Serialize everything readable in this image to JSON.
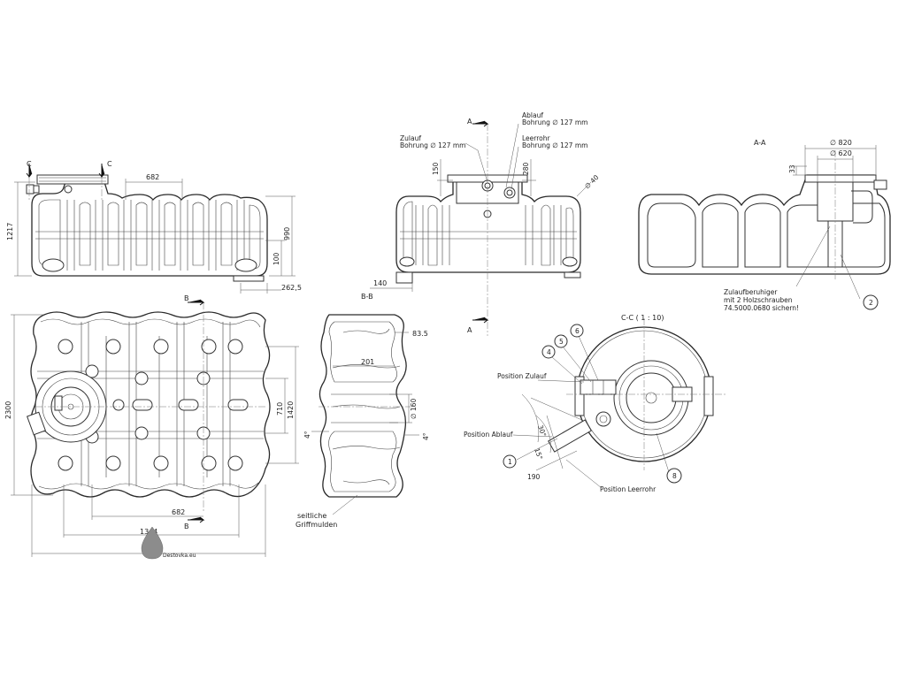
{
  "labels": {
    "dim_1217": "1217",
    "dim_682_top": "682",
    "dim_990": "990",
    "dim_100": "100",
    "dim_262_5": "262,5",
    "sec_c_left": "C",
    "sec_c_right": "C",
    "dim_2300": "2300",
    "dim_710": "710",
    "dim_1420": "1420",
    "dim_682_bottom": "682",
    "dim_1344": "1344",
    "sec_b_top": "B",
    "sec_b_bottom": "B",
    "sec_a_top": "A",
    "sec_a_bottom": "A",
    "dim_150": "150",
    "dim_280": "280",
    "dia_40": "∅ 40",
    "dim_140": "140",
    "bb_label": "B-B",
    "zulauf_1": "Zulauf",
    "zulauf_2": "Bohrung ∅ 127 mm",
    "ablauf_1": "Ablauf",
    "ablauf_2": "Bohrung ∅ 127 mm",
    "leerrohr_1": "Leerrohr",
    "leerrohr_2": "Bohrung ∅ 127 mm",
    "dim_83_5": "83.5",
    "dim_201": "201",
    "dia_160": "∅ 160",
    "angle_4_left": "4°",
    "angle_4_right": "4°",
    "griff_1": "seitliche",
    "griff_2": "Griffmulden",
    "aa_label": "A-A",
    "dia_820": "∅ 820",
    "dia_620": "∅ 620",
    "dim_33": "33",
    "zulaufberuhiger_1": "Zulaufberuhiger",
    "zulaufberuhiger_2": "mit 2 Holzschrauben",
    "zulaufberuhiger_3": "74.5000.0680 sichern!",
    "cc_label": "C-C ( 1 : 10)",
    "pos_zulauf": "Position Zulauf",
    "pos_ablauf": "Position Ablauf",
    "pos_leerrohr": "Position Leerrohr",
    "angle_30": "30°",
    "angle_15": "15°",
    "dim_190": "190",
    "balloon_1": "1",
    "balloon_2": "2",
    "balloon_4": "4",
    "balloon_5": "5",
    "balloon_6": "6",
    "balloon_8": "8",
    "watermark": "Destovka.eu"
  },
  "colors": {
    "line": "#333333",
    "paper": "#ffffff",
    "watermark_drop": "#8c8c8c"
  }
}
